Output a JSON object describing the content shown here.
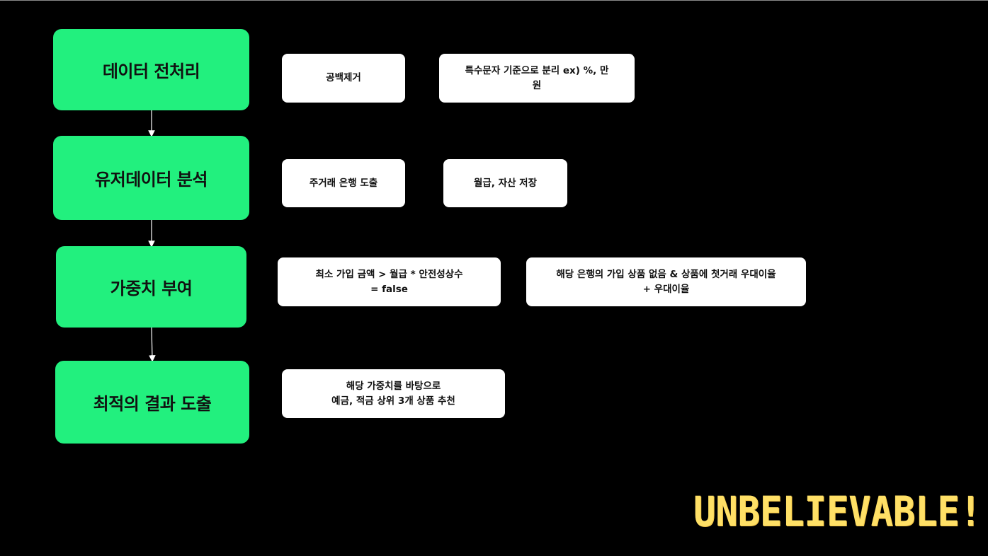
{
  "steps": [
    {
      "label": "데이터 전처리"
    },
    {
      "label": "유저데이터 분석"
    },
    {
      "label": "가중치 부여"
    },
    {
      "label": "최적의 결과 도출"
    }
  ],
  "notes": {
    "preprocess": [
      "공백제거",
      "특수문자 기준으로 분리 ex) %, 만\n원"
    ],
    "analysis": [
      "주거래 은행 도출",
      "월급, 자산 저장"
    ],
    "weighting": [
      "최소 가입 금액 > 월급 * 안전성상수\n= false",
      "해당 은행의 가입 상품 없음 & 상품에 첫거래 우대이율\n+ 우대이율"
    ],
    "result": [
      "해당 가중치를 바탕으로\n예금, 적금 상위 3개 상품 추천"
    ]
  },
  "brand": {
    "text": "UNBELIEVABLE!"
  },
  "colors": {
    "background": "#000000",
    "step_fill": "#22f07e",
    "note_fill": "#ffffff",
    "brand_text": "#ffe066",
    "connector": "#ffffff"
  }
}
